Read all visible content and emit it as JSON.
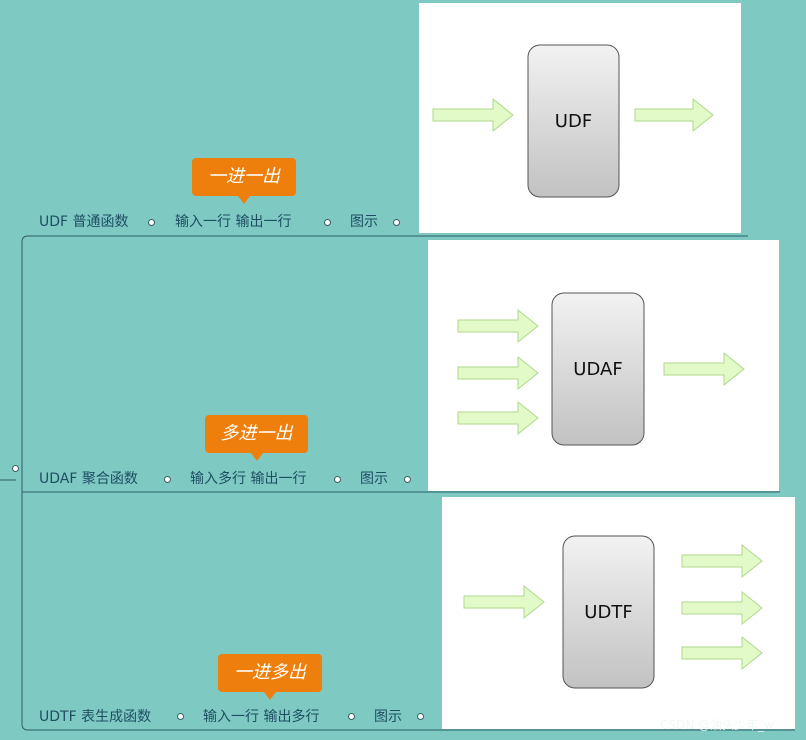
{
  "rows": [
    {
      "label": "UDF 普通函数",
      "rule": "输入一行  输出一行",
      "diagram_label": "图示",
      "callout": "一进一出",
      "box_text": "UDF",
      "inputs": 1,
      "outputs": 1
    },
    {
      "label": "UDAF  聚合函数",
      "rule": "输入多行  输出一行",
      "diagram_label": "图示",
      "callout": "多进一出",
      "box_text": "UDAF",
      "inputs": 3,
      "outputs": 1
    },
    {
      "label": "UDTF  表生成函数",
      "rule": "输入一行  输出多行",
      "diagram_label": "图示",
      "callout": "一进多出",
      "box_text": "UDTF",
      "inputs": 1,
      "outputs": 3
    }
  ],
  "watermark": "CSDN @油头少年_w",
  "colors": {
    "background": "#7ecac3",
    "branch_line": "#2f5c66",
    "callout": "#ef7f0c",
    "node_text": "#1f4e63",
    "arrow_fill": "#e2f9c8",
    "arrow_stroke": "#aed98b"
  }
}
